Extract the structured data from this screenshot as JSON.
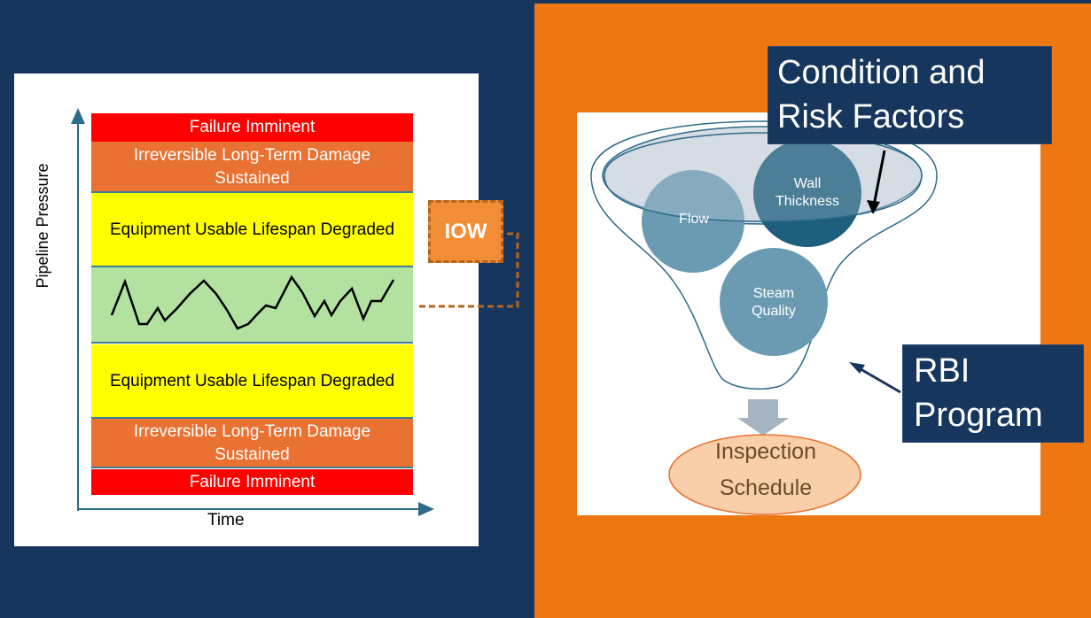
{
  "left_chart": {
    "y_axis_label": "Pipeline Pressure",
    "x_axis_label": "Time",
    "bands": [
      {
        "label": "Failure Imminent",
        "color": "#ff0000"
      },
      {
        "label_line1": "Irreversible Long-Term Damage",
        "label_line2": "Sustained",
        "color": "#e97132"
      },
      {
        "label": "Equipment Usable Lifespan Degraded",
        "color": "#ffff00"
      },
      {
        "label": "",
        "color": "#b3e2a0"
      },
      {
        "label": "Equipment Usable Lifespan Degraded",
        "color": "#ffff00"
      },
      {
        "label_line1": "Irreversible Long-Term Damage",
        "label_line2": "Sustained",
        "color": "#e97132"
      },
      {
        "label": "Failure Imminent",
        "color": "#ff0000"
      }
    ],
    "iow_label": "IOW"
  },
  "funnel": {
    "circles": [
      {
        "line1": "Flow",
        "line2": ""
      },
      {
        "line1": "Wall",
        "line2": "Thickness"
      },
      {
        "line1": "Steam",
        "line2": "Quality"
      }
    ],
    "output_line1": "Inspection",
    "output_line2": "Schedule"
  },
  "callouts": {
    "condition_line1": "Condition and",
    "condition_line2": "Risk Factors",
    "rbi_line1": "RBI",
    "rbi_line2": "Program"
  },
  "colors": {
    "navy": "#17365d",
    "orange_bg": "#ee7711",
    "teal_dark": "#1f5f7e",
    "teal_light": "#6b9bb3"
  }
}
